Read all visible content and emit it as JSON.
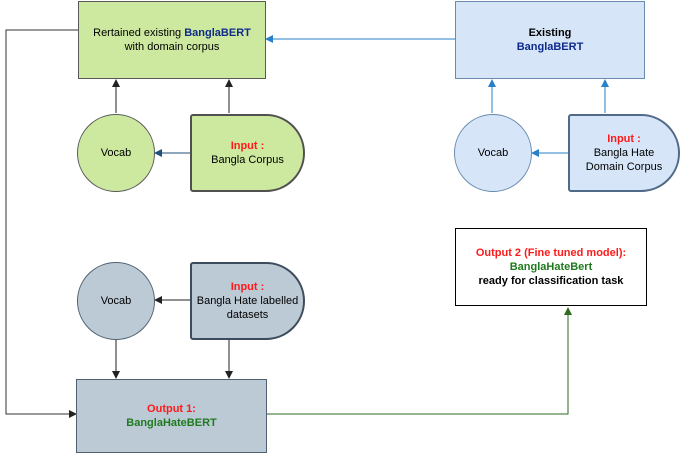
{
  "nodes": {
    "retrained": {
      "text_a": "Rertained existing ",
      "text_b": "BanglaBERT",
      "text_c": " with domain corpus"
    },
    "existing": {
      "line1": "Existing",
      "line2": "BanglaBERT"
    },
    "vocab_green": {
      "label": "Vocab"
    },
    "input_green": {
      "prefix": "Input :",
      "label": "Bangla Corpus"
    },
    "vocab_blue": {
      "label": "Vocab"
    },
    "input_blue": {
      "prefix": "Input :",
      "label": "Bangla Hate Domain Corpus"
    },
    "vocab_gray": {
      "label": "Vocab"
    },
    "input_gray": {
      "prefix": "Input :",
      "label": "Bangla Hate labelled datasets"
    },
    "output1": {
      "line1": "Output 1:",
      "line2": "BanglaHateBERT"
    },
    "output2": {
      "line1": "Output 2 (Fine tuned model):",
      "line2": "BanglaHateBert",
      "line3": "ready for classification task"
    }
  },
  "colors": {
    "green_fill": "#cde9a0",
    "blue_fill": "#d6e6f8",
    "gray_fill": "#bccad6",
    "blue_edge": "#2a7fc9",
    "green_edge": "#2e6b1f",
    "dark_edge": "#333333"
  }
}
